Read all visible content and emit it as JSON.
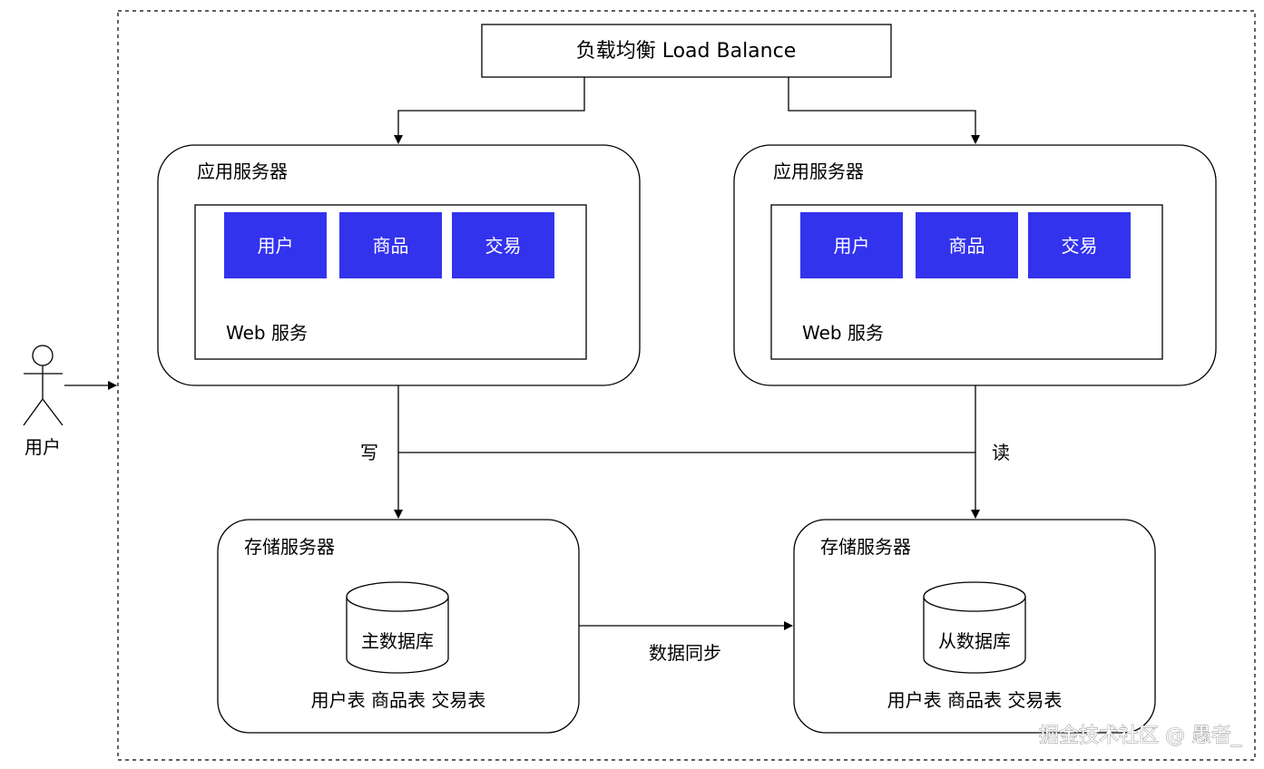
{
  "load_balancer": {
    "label": "负载均衡 Load Balance"
  },
  "app_servers": [
    {
      "title": "应用服务器",
      "modules": [
        "用户",
        "商品",
        "交易"
      ],
      "web_label": "Web 服务"
    },
    {
      "title": "应用服务器",
      "modules": [
        "用户",
        "商品",
        "交易"
      ],
      "web_label": "Web 服务"
    }
  ],
  "storage_servers": [
    {
      "title": "存储服务器",
      "database": "主数据库",
      "tables": "用户表 商品表 交易表"
    },
    {
      "title": "存储服务器",
      "database": "从数据库",
      "tables": "用户表 商品表 交易表"
    }
  ],
  "edges": {
    "write_label": "写",
    "read_label": "读",
    "sync_label": "数据同步"
  },
  "actor": {
    "label": "用户"
  },
  "watermark": "掘金技术社区 @ 愚者_",
  "colors": {
    "module_fill": "#3333ee",
    "stroke": "#000000"
  }
}
